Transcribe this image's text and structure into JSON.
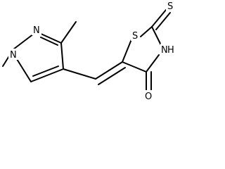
{
  "molecule": {
    "atoms": {
      "n1": "N",
      "n2": "N",
      "s1": "S",
      "nh": "N",
      "h": "H",
      "s2": "S",
      "o": "O"
    }
  },
  "colors": {
    "bond": "#000000",
    "label": "#000000",
    "background": "#ffffff"
  }
}
